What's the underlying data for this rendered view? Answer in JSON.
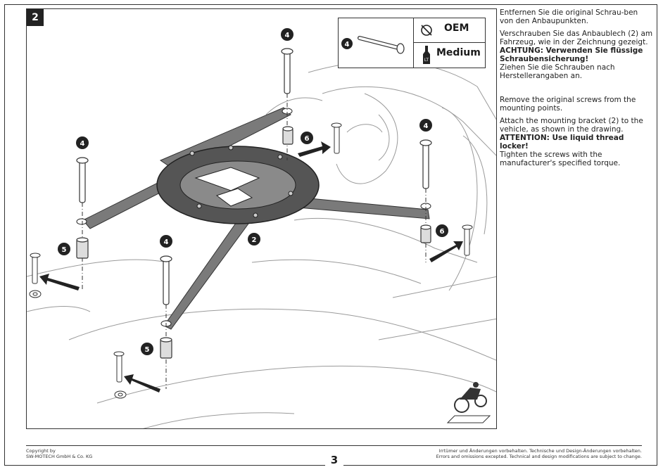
{
  "step": "2",
  "legend": {
    "part_number": "4",
    "oem_label": "OEM",
    "threadlocker_label": "Medium"
  },
  "callouts": [
    "4",
    "4",
    "4",
    "4",
    "5",
    "5",
    "6",
    "6",
    "2"
  ],
  "instructions_de": {
    "p1": "Entfernen Sie die original Schrau-ben von den Anbaupunkten.",
    "p2": "Verschrauben Sie das Anbaublech (2) am Fahrzeug, wie in der Zeichnung gezeigt.",
    "warning": "ACHTUNG: Verwenden Sie flüssige Schraubensicherung!",
    "p3": "Ziehen Sie die Schrauben nach Herstellerangaben an."
  },
  "instructions_en": {
    "p1": "Remove the original screws from the mounting points.",
    "p2": "Attach the mounting bracket (2) to the vehicle, as shown in the drawing.",
    "warning": "ATTENTION: Use liquid thread locker!",
    "p3": "Tighten the screws with the manufacturer's specified torque."
  },
  "footer": {
    "copyright_line1": "Copyright by",
    "copyright_line2": "SW-MOTECH GmbH & Co. KG",
    "disclaimer_de": "Irrtümer und Änderungen vorbehalten. Technische und Design-Änderungen vorbehalten.",
    "disclaimer_en": "Errors and omissions excepted. Technical and design modifications are subject to change.",
    "page_number": "3"
  }
}
